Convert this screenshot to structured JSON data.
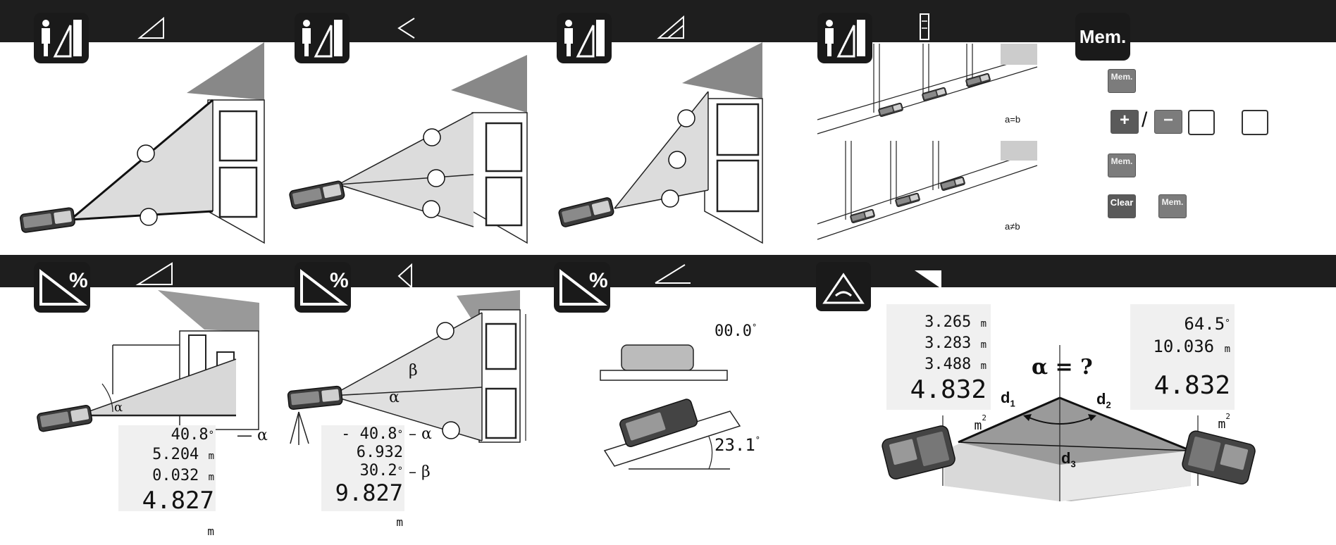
{
  "panels": {
    "pythagoras_1": {
      "icon": "person-and-triangle-icon",
      "mode_icon": "triangle-two-point-icon"
    },
    "pythagoras_2": {
      "icon": "person-and-triangle-icon",
      "mode_icon": "triangle-three-point-icon"
    },
    "pythagoras_3": {
      "icon": "person-and-triangle-icon",
      "mode_icon": "triangle-partial-height-icon"
    },
    "stakeout": {
      "icon": "person-and-triangle-icon",
      "mode_icon": "stakeout-icon",
      "label_equal": "a=b",
      "label_unequal": "a≠b"
    },
    "memory": {
      "title": "Mem.",
      "keys": {
        "mem": "Mem.",
        "plus": "+",
        "minus": "−",
        "separator": "/",
        "clear": "Clear"
      }
    },
    "tilt_1": {
      "icon": "percent-slope-icon",
      "mode_icon": "tilt-triangle-icon",
      "alpha": "α",
      "display": {
        "angle": "40.8",
        "deg": "°",
        "d1": "5.204",
        "d2": "0.032",
        "result": "4.827",
        "unit": "m"
      }
    },
    "tilt_2": {
      "icon": "percent-slope-icon",
      "mode_icon": "tilt-height-icon",
      "alpha": "α",
      "beta": "β",
      "display": {
        "angle_a": "- 40.8",
        "deg": "°",
        "d1": "6.932",
        "angle_b": "30.2",
        "result": "9.827",
        "unit": "m"
      }
    },
    "tilt_3": {
      "icon": "percent-slope-icon",
      "mode_icon": "angle-icon",
      "readout_flat": "00.0",
      "readout_tilt": "23.1",
      "deg": "°"
    },
    "triangle": {
      "icon": "triangle-area-icon",
      "mode_icon": "corner-flag-icon",
      "question": "α = ?",
      "d1": "d",
      "d1_sub": "1",
      "d2": "d",
      "d2_sub": "2",
      "d3": "d",
      "d3_sub": "3",
      "left_display": {
        "v1": "3.265",
        "v2": "3.283",
        "v3": "3.488",
        "result": "4.832",
        "unit": "m",
        "sup": "2"
      },
      "right_display": {
        "angle": "64.5",
        "deg": "°",
        "dist": "10.036",
        "result": "4.832",
        "unit": "m",
        "sup": "2"
      }
    }
  }
}
